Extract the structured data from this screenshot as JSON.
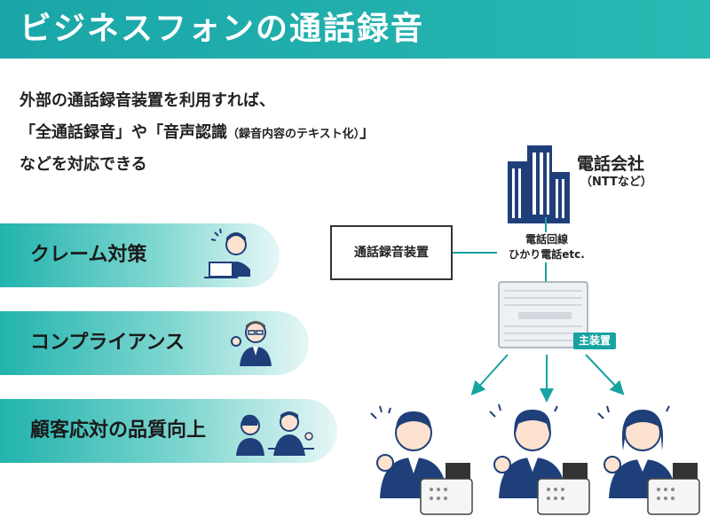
{
  "banner": {
    "title": "ビジネスフォンの通話録音"
  },
  "intro": {
    "line1": "外部の通話録音装置を利用すれば、",
    "line2_main": "「全通話録音」や「音声認識",
    "line2_small": "（録音内容のテキスト化）",
    "line2_end": "」",
    "line3": "などを対応できる"
  },
  "benefits": [
    {
      "label": "クレーム対策",
      "icon": "operator-laptop-icon"
    },
    {
      "label": "コンプライアンス",
      "icon": "businessman-ok-icon"
    },
    {
      "label": "顧客応対の品質向上",
      "icon": "customer-meeting-icon"
    }
  ],
  "diagram": {
    "recorder_label": "通話録音装置",
    "company_name": "電話会社",
    "company_sub": "（NTTなど）",
    "line_label_1": "電話回線",
    "line_label_2": "ひかり電話etc.",
    "main_unit_badge": "主装置",
    "colors": {
      "teal": "#1aa6a8",
      "navy": "#1f3f7a",
      "arrow": "#17a3a1"
    }
  }
}
